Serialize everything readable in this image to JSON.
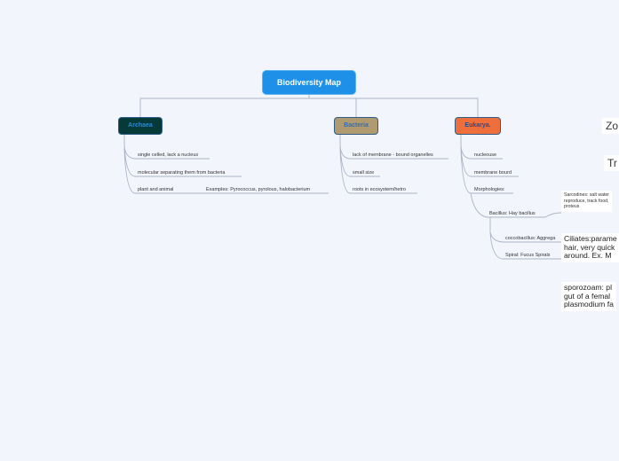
{
  "root": {
    "label": "Biodiversity Map"
  },
  "archaea": {
    "label": "Archaea",
    "items": [
      "single celled, lack a nucleus",
      "molecular separating them from bacteria",
      "plant and animal"
    ],
    "examples": "Examples: Pyrococcus, pyrolous, halobacterium"
  },
  "bacteria": {
    "label": "Bacteria",
    "items": [
      "lack of membrane - bound organelles",
      "small size",
      "roots in ecosystem/hetro"
    ]
  },
  "eukarya": {
    "label": "Eukarya.",
    "items": [
      "nucleouse",
      "membrane bourd",
      "Morphologies:"
    ],
    "morphologies": [
      "Bacillus: Hay bacillus",
      "coccobacillus: Aggrega",
      "Spiral: Fucus Spirals"
    ]
  },
  "right": {
    "zo": "Zo",
    "tr": "Tr",
    "sarcodines": [
      "Sarcodines: salt water",
      "reproduce, track food,",
      "proteus"
    ],
    "ciliates": [
      "Ciliates:parame",
      "hair, very quick",
      "around.     Ex. M"
    ],
    "sporozoa": [
      "sporozoam: pl",
      "gut of a femal",
      "plasmodium fa"
    ]
  }
}
